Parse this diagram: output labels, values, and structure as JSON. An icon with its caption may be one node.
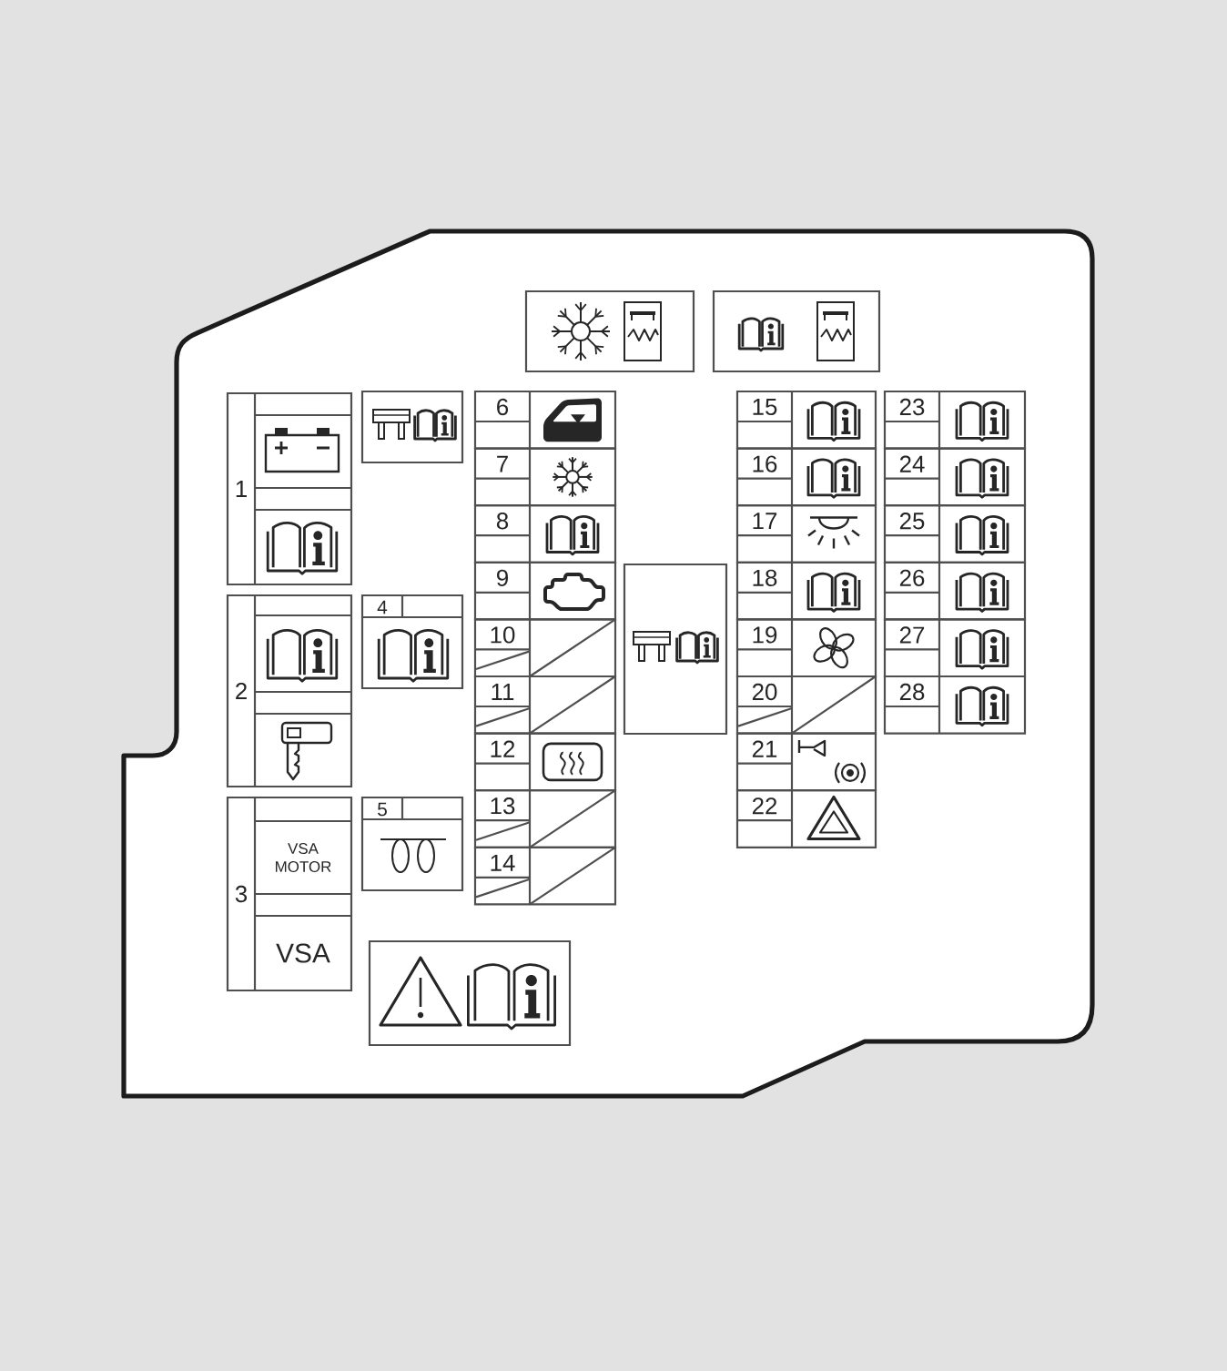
{
  "diagram": {
    "nodes": [
      {
        "text": [],
        "shape": "box"
      },
      {
        "text": [],
        "shape": "box"
      },
      {
        "text": [
          "1"
        ]
      },
      {
        "text": [
          "2"
        ]
      },
      {
        "text": [
          "3",
          "VSA MOTOR",
          "VSA"
        ]
      },
      {
        "text": [],
        "shape": "box"
      },
      {
        "text": [
          "4"
        ]
      },
      {
        "text": [
          "5"
        ]
      },
      {
        "text": [
          "6"
        ]
      },
      {
        "text": [
          "7"
        ]
      },
      {
        "text": [
          "8"
        ]
      },
      {
        "text": [
          "9"
        ]
      },
      {
        "text": [
          "10"
        ]
      },
      {
        "text": [
          "11"
        ]
      },
      {
        "text": [
          "12"
        ]
      },
      {
        "text": [
          "13"
        ]
      },
      {
        "text": [
          "14"
        ]
      },
      {
        "text": [],
        "shape": "box"
      },
      {
        "text": [
          "15"
        ]
      },
      {
        "text": [
          "16"
        ]
      },
      {
        "text": [
          "17"
        ]
      },
      {
        "text": [
          "18"
        ]
      },
      {
        "text": [
          "19"
        ]
      },
      {
        "text": [
          "20"
        ]
      },
      {
        "text": [
          "21"
        ]
      },
      {
        "text": [
          "22"
        ]
      },
      {
        "text": [
          "23"
        ]
      },
      {
        "text": [
          "24"
        ]
      },
      {
        "text": [
          "25"
        ]
      },
      {
        "text": [
          "26"
        ]
      },
      {
        "text": [
          "27"
        ]
      },
      {
        "text": [
          "28"
        ]
      },
      {
        "text": [],
        "shape": "box"
      }
    ]
  }
}
